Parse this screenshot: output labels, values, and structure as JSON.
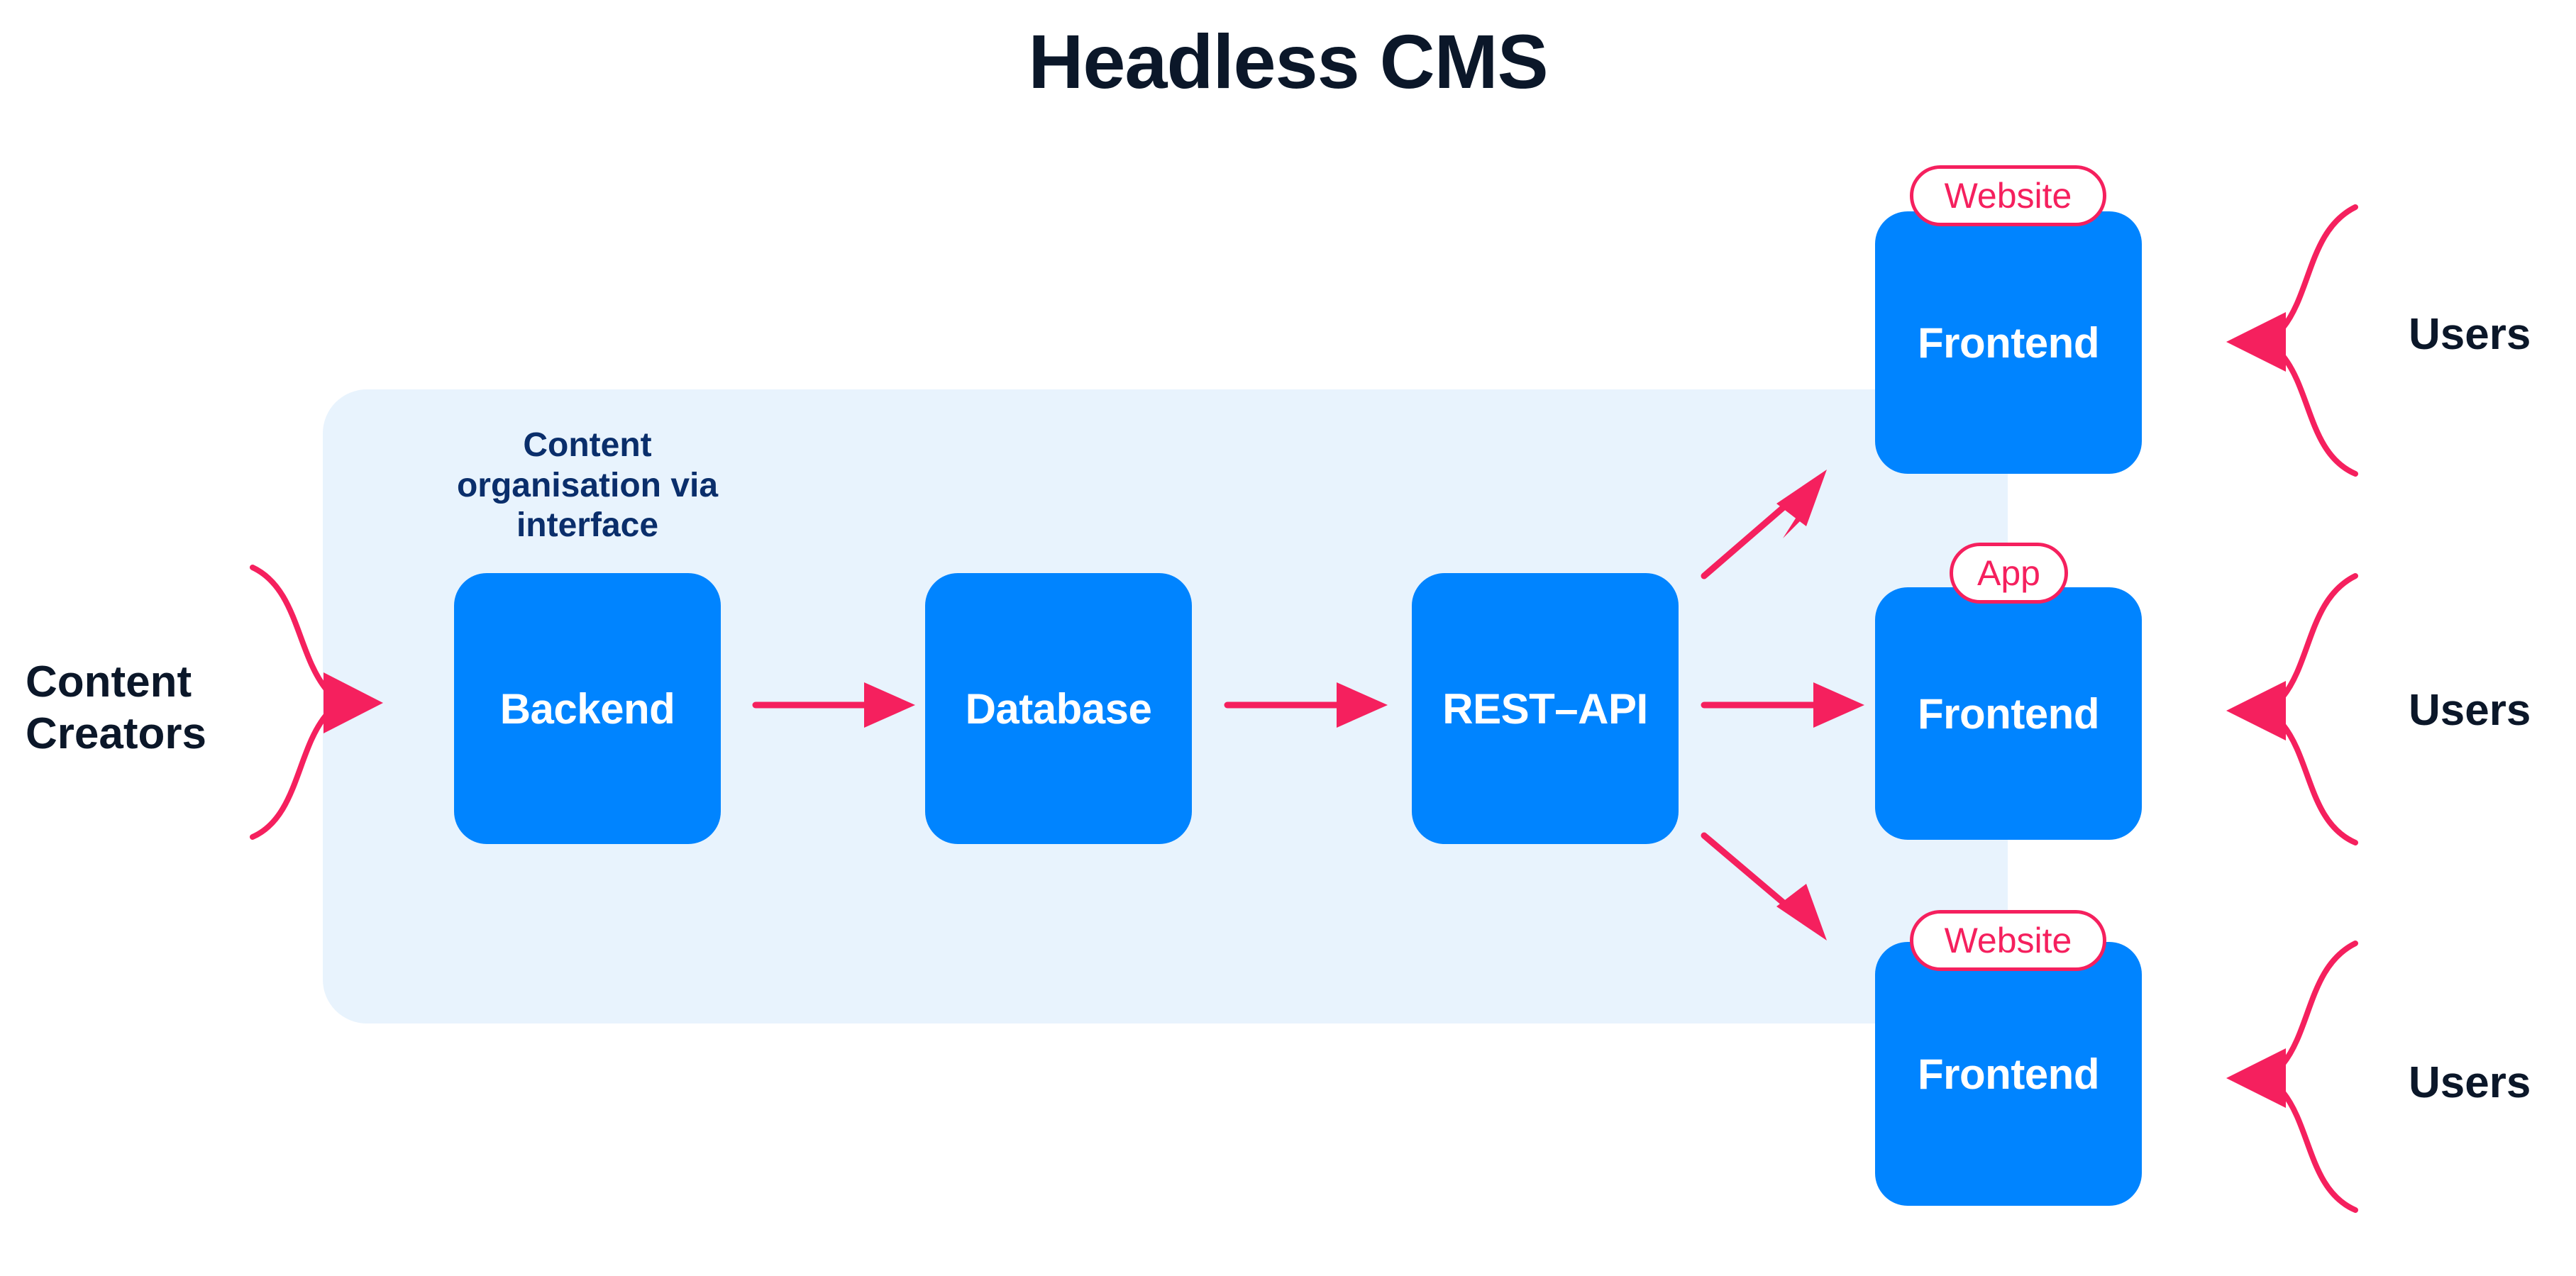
{
  "title": "Headless CMS",
  "colors": {
    "background": "#FFFFFF",
    "panel": "#E8F3FD",
    "node": "#0084FF",
    "accent_pink": "#F5205E",
    "title_navy": "#0B1729",
    "caption_navy": "#0A2E6B",
    "node_text": "#FFFFFF"
  },
  "panel": {
    "caption": "Content organisation via interface"
  },
  "nodes": {
    "backend": "Backend",
    "database": "Database",
    "rest_api": "REST–API",
    "frontend_top": "Frontend",
    "frontend_mid": "Frontend",
    "frontend_bot": "Frontend"
  },
  "pills": {
    "top": "Website",
    "mid": "App",
    "bot": "Website"
  },
  "labels": {
    "content_creators": "Content Creators",
    "users_top": "Users",
    "users_mid": "Users",
    "users_bot": "Users"
  },
  "icons": {
    "brace_left": "brace-arrow-right-icon",
    "brace_right": "brace-arrow-left-icon",
    "arrow_h": "arrow-right-icon",
    "arrow_up": "arrow-up-right-icon",
    "arrow_down": "arrow-down-right-icon"
  }
}
